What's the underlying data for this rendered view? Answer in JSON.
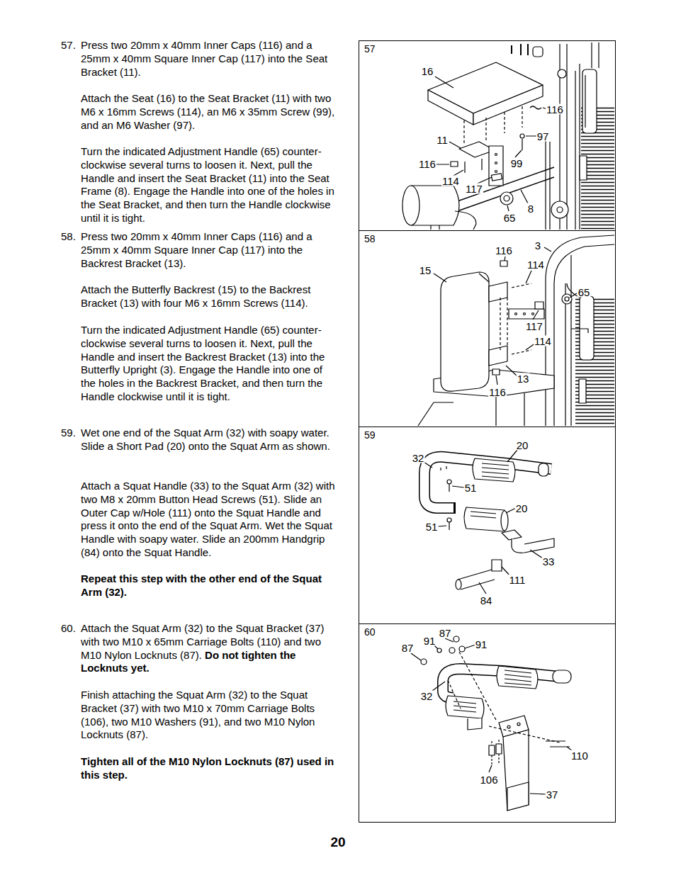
{
  "diagram": {
    "nodes": [
      {
        "text": [
          "57"
        ]
      },
      {
        "text": [
          "58"
        ]
      },
      {
        "text": [
          "59"
        ]
      },
      {
        "text": [
          "60"
        ]
      }
    ],
    "labels": [
      "57.",
      "Press two 20mm x 40mm Inner Caps (116) and a 25mm x 40mm Square Inner Cap (117) into the Seat Bracket (11).",
      "Attach the Seat (16) to the Seat Bracket (11) with two M6 x 16mm Screws (114), an M6 x 35mm Screw (99), and an M6 Washer (97).",
      "Turn the indicated Adjustment Handle (65) counter-clockwise several turns to loosen it. Next, pull the Handle and insert the Seat Bracket (11) into the Seat Frame (8). Engage the Handle into one of the holes in the Seat Bracket, and then turn the Handle clockwise until it is tight.",
      "58.",
      "Press two 20mm x 40mm Inner Caps (116) and a 25mm x 40mm Square Inner Cap (117) into the Backrest Bracket (13).",
      "Attach the Butterfly Backrest (15) to the Backrest Bracket (13) with four M6 x 16mm Screws (114).",
      "Turn the indicated Adjustment Handle (65) counter-clockwise several turns to loosen it. Next, pull the Handle and insert the Backrest Bracket (13) into the Butterfly Upright (3). Engage the Handle into one of the holes in the Backrest Bracket, and then turn the Handle clockwise until it is tight.",
      "59.",
      "Wet one end of the Squat Arm (32) with soapy water. Slide a Short Pad (20) onto the Squat Arm as shown.",
      "Attach a Squat Handle (33) to the Squat Arm (32) with two M8 x 20mm Button Head Screws (51). Slide an Outer Cap w/Hole (111) onto the Squat Handle and press it onto the end of the Squat Arm. Wet the Squat Handle with soapy water. Slide an 200mm Handgrip (84) onto the Squat Handle.",
      "Repeat this step with the other end of the Squat Arm (32).",
      "60.",
      "Attach the Squat Arm (32) to the Squat Bracket (37) with two M10 x 65mm Carriage Bolts (110) and two M10 Nylon Locknuts (87).",
      "Do not tighten the Locknuts yet.",
      "Finish attaching the Squat Arm (32) to the Squat Bracket (37) with two M10 x 70mm Carriage Bolts (106), two M10 Washers (91), and two M10 Nylon Locknuts (87).",
      "Tighten all of the M10 Nylon Locknuts (87) used in this step.",
      "20",
      "16",
      "116",
      "97",
      "11",
      "99",
      "116",
      "114",
      "117",
      "8",
      "65",
      "3",
      "116",
      "114",
      "15",
      "65",
      "117",
      "114",
      "13",
      "116",
      "20",
      "32",
      "51",
      "20",
      "51",
      "33",
      "111",
      "84",
      "87",
      "91",
      "91",
      "87",
      "32",
      "110",
      "106",
      "37"
    ]
  }
}
